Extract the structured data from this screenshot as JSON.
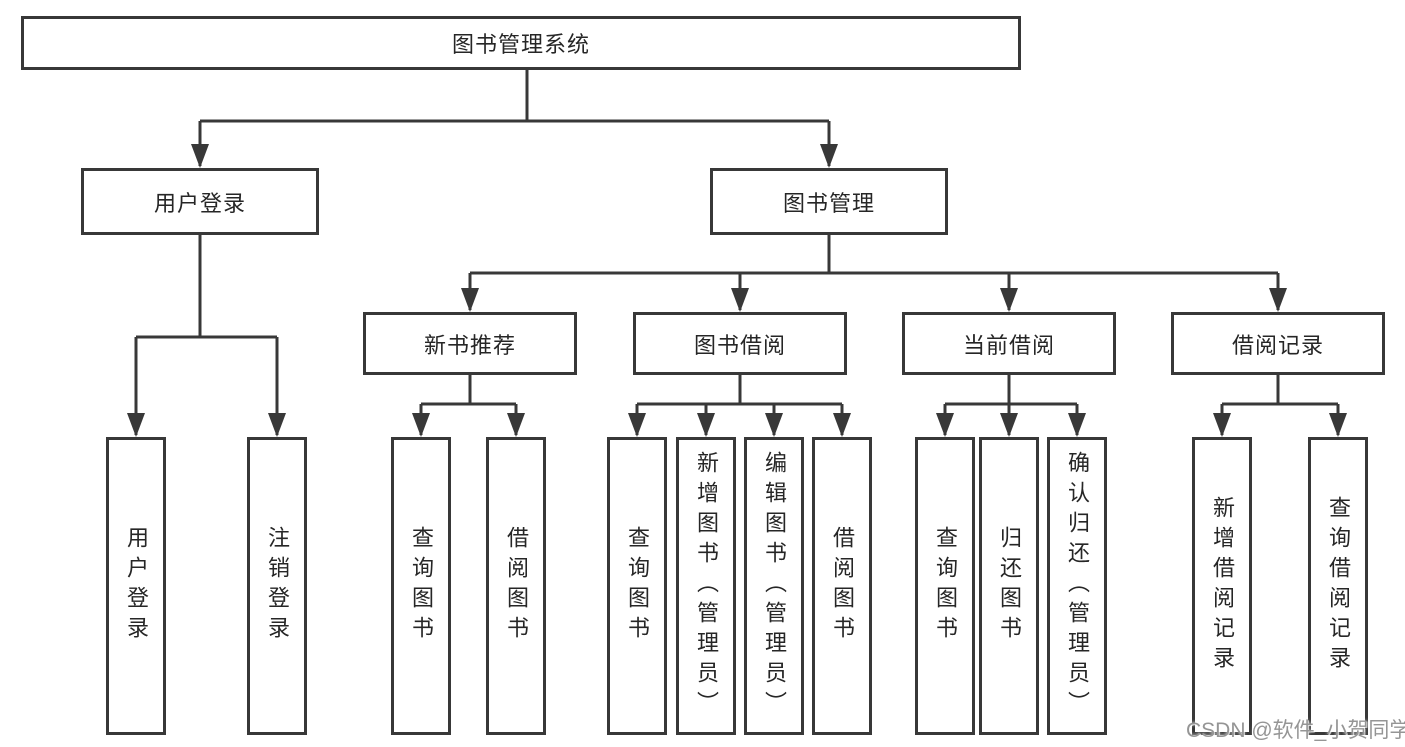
{
  "colors": {
    "background": "#ffffff",
    "line": "#383838",
    "box_border": "#383838",
    "text": "#262626",
    "watermark": "#959595"
  },
  "tree": {
    "label": "图书管理系统",
    "children": [
      {
        "label": "用户登录",
        "children": [
          {
            "label": "用户登录"
          },
          {
            "label": "注销登录"
          }
        ]
      },
      {
        "label": "图书管理",
        "children": [
          {
            "label": "新书推荐",
            "children": [
              {
                "label": "查询图书"
              },
              {
                "label": "借阅图书"
              }
            ]
          },
          {
            "label": "图书借阅",
            "children": [
              {
                "label": "查询图书"
              },
              {
                "label": "新增图书（管理员）"
              },
              {
                "label": "编辑图书（管理员）"
              },
              {
                "label": "借阅图书"
              }
            ]
          },
          {
            "label": "当前借阅",
            "children": [
              {
                "label": "查询图书"
              },
              {
                "label": "归还图书"
              },
              {
                "label": "确认归还（管理员）"
              }
            ]
          },
          {
            "label": "借阅记录",
            "children": [
              {
                "label": "新增借阅记录"
              },
              {
                "label": "查询借阅记录"
              }
            ]
          }
        ]
      }
    ]
  },
  "watermark": "CSDN @软件_小贺同学"
}
